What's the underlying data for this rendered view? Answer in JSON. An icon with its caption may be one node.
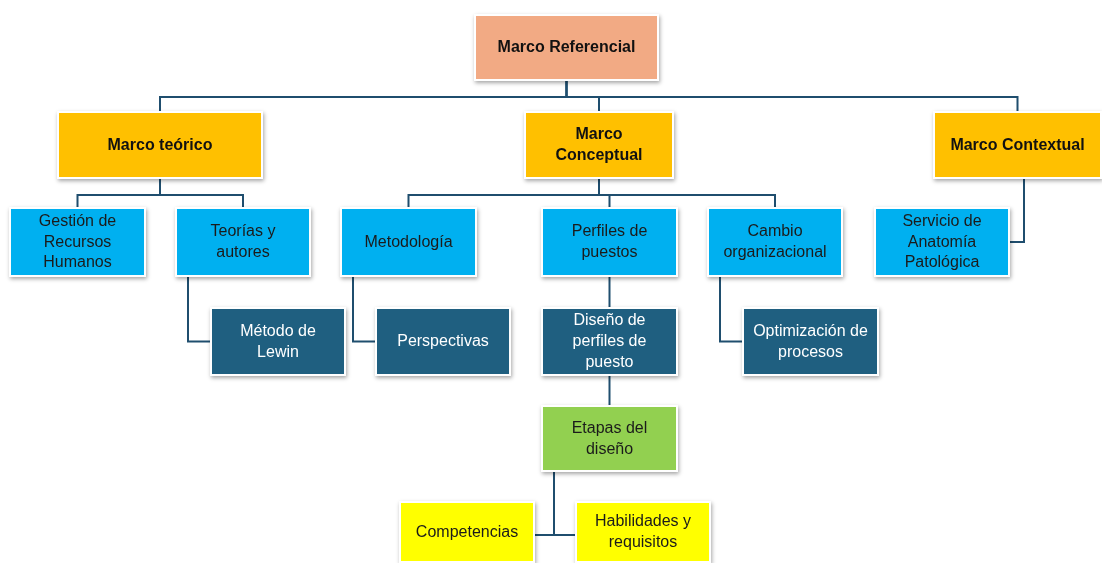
{
  "diagram": {
    "nodes": [
      {
        "text": [
          "Marco Referencial"
        ]
      },
      {
        "text": [
          "Marco teórico"
        ]
      },
      {
        "text": [
          "Marco Conceptual"
        ]
      },
      {
        "text": [
          "Marco Contextual"
        ]
      },
      {
        "text": [
          "Gestión de Recursos Humanos"
        ]
      },
      {
        "text": [
          "Teorías y autores"
        ]
      },
      {
        "text": [
          "Metodología"
        ]
      },
      {
        "text": [
          "Perfiles de puestos"
        ]
      },
      {
        "text": [
          "Cambio organizacional"
        ]
      },
      {
        "text": [
          "Servicio de Anatomía Patológica"
        ]
      },
      {
        "text": [
          "Método de Lewin"
        ]
      },
      {
        "text": [
          "Perspectivas"
        ]
      },
      {
        "text": [
          "Diseño de perfiles de puesto"
        ]
      },
      {
        "text": [
          "Optimización de procesos"
        ]
      },
      {
        "text": [
          "Etapas del diseño"
        ]
      },
      {
        "text": [
          "Competencias"
        ]
      },
      {
        "text": [
          "Habilidades y requisitos"
        ]
      }
    ],
    "edges": [
      {
        "from": 0,
        "to": 1,
        "arrow": "none"
      },
      {
        "from": 0,
        "to": 2,
        "arrow": "none"
      },
      {
        "from": 0,
        "to": 3,
        "arrow": "none"
      },
      {
        "from": 1,
        "to": 4,
        "arrow": "none"
      },
      {
        "from": 1,
        "to": 5,
        "arrow": "none"
      },
      {
        "from": 2,
        "to": 6,
        "arrow": "none"
      },
      {
        "from": 2,
        "to": 7,
        "arrow": "none"
      },
      {
        "from": 2,
        "to": 8,
        "arrow": "none"
      },
      {
        "from": 3,
        "to": 9,
        "arrow": "none"
      },
      {
        "from": 5,
        "to": 10,
        "arrow": "none"
      },
      {
        "from": 6,
        "to": 11,
        "arrow": "none"
      },
      {
        "from": 7,
        "to": 12,
        "arrow": "none"
      },
      {
        "from": 8,
        "to": 13,
        "arrow": "none"
      },
      {
        "from": 12,
        "to": 14,
        "arrow": "none"
      },
      {
        "from": 14,
        "to": 15,
        "arrow": "none"
      },
      {
        "from": 14,
        "to": 16,
        "arrow": "none"
      }
    ]
  }
}
